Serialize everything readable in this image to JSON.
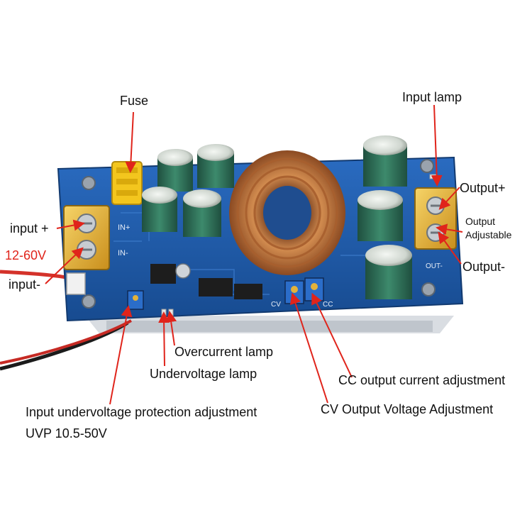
{
  "labels": {
    "fuse": "Fuse",
    "input_lamp": "Input lamp",
    "input_plus": "input +",
    "input_range": "12-60V",
    "input_minus": "input-",
    "output_plus": "Output+",
    "output_adjustable_line1": "Output",
    "output_adjustable_line2": "Adjustable",
    "output_minus": "Output-",
    "overcurrent_lamp": "Overcurrent lamp",
    "undervoltage_lamp": "Undervoltage lamp",
    "cc_adjust": "CC output current adjustment",
    "cv_adjust": "CV Output Voltage Adjustment",
    "uvp_adjust": "Input undervoltage protection adjustment",
    "uvp_range": "UVP 10.5-50V"
  },
  "board_marks": {
    "in_plus": "IN+",
    "in_minus": "IN-",
    "cv": "CV",
    "cc": "CC",
    "out_minus": "OUT-"
  },
  "colors": {
    "arrow": "#e0241b",
    "input_range_text": "#e0241b",
    "pcb": "#1f5aa8",
    "pcb_dark": "#173f7a",
    "copper": "#c9793a",
    "capacitor": "#2f6e57",
    "terminal": "#e8b234"
  }
}
